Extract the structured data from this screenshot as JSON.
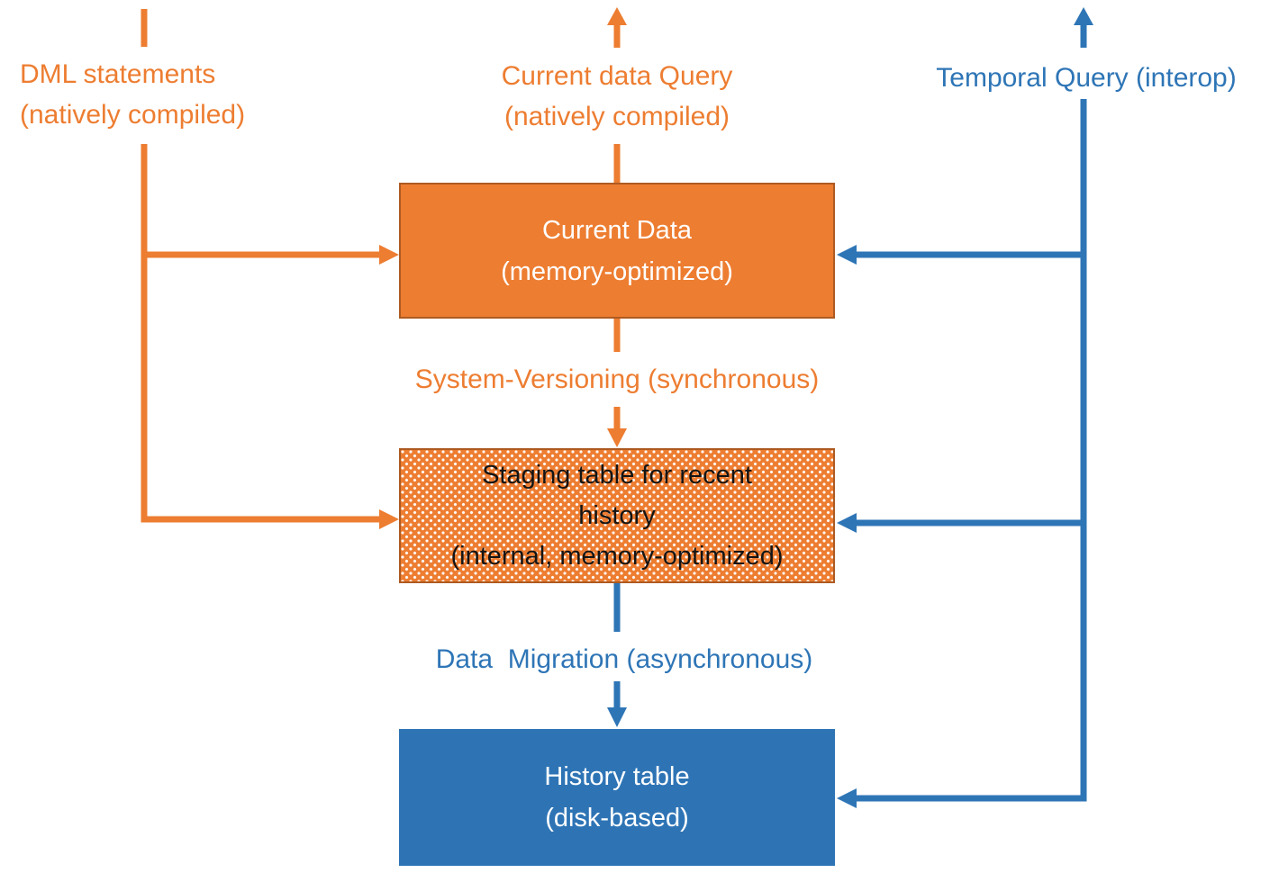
{
  "colors": {
    "orange": "#ED7D31",
    "orange_border": "#AE5A21",
    "blue": "#2E75B6",
    "blue_box": "#2E74B5",
    "box_text_light": "#FFFFFF",
    "staging_text": "#141414",
    "bg": "#FFFFFF"
  },
  "labels": {
    "dml_statements": "DML statements\n(natively compiled)",
    "current_data_query": "Current data Query\n(natively compiled)",
    "temporal_query": "Temporal Query (interop)",
    "system_versioning": "System-Versioning (synchronous)",
    "data_migration": "Data  Migration (asynchronous)"
  },
  "nodes": {
    "current_data": {
      "text": "Current Data\n(memory-optimized)",
      "fill_style": "solid-orange"
    },
    "staging_table": {
      "text": "Staging table for recent\nhistory\n(internal, memory-optimized)",
      "fill_style": "dotted-orange"
    },
    "history_table": {
      "text": "History table\n(disk-based)",
      "fill_style": "solid-blue"
    }
  },
  "edges": [
    {
      "id": "dml-to-current",
      "from": "dml_statements",
      "to": "current_data",
      "color": "orange"
    },
    {
      "id": "dml-to-staging",
      "from": "dml_statements",
      "to": "staging_table",
      "color": "orange"
    },
    {
      "id": "current-data-query-out",
      "from": "current_data",
      "to": "current_data_query",
      "direction": "up",
      "color": "orange"
    },
    {
      "id": "system-versioning",
      "from": "current_data",
      "to": "staging_table",
      "label": "System-Versioning (synchronous)",
      "color": "orange"
    },
    {
      "id": "data-migration",
      "from": "staging_table",
      "to": "history_table",
      "label": "Data  Migration (asynchronous)",
      "color": "blue"
    },
    {
      "id": "temporal-query-out",
      "from": "temporal_query",
      "direction": "up",
      "color": "blue"
    },
    {
      "id": "temporal-to-current",
      "from": "temporal_query",
      "to": "current_data",
      "color": "blue"
    },
    {
      "id": "temporal-to-staging",
      "from": "temporal_query",
      "to": "staging_table",
      "color": "blue"
    },
    {
      "id": "temporal-to-history",
      "from": "temporal_query",
      "to": "history_table",
      "color": "blue"
    }
  ]
}
